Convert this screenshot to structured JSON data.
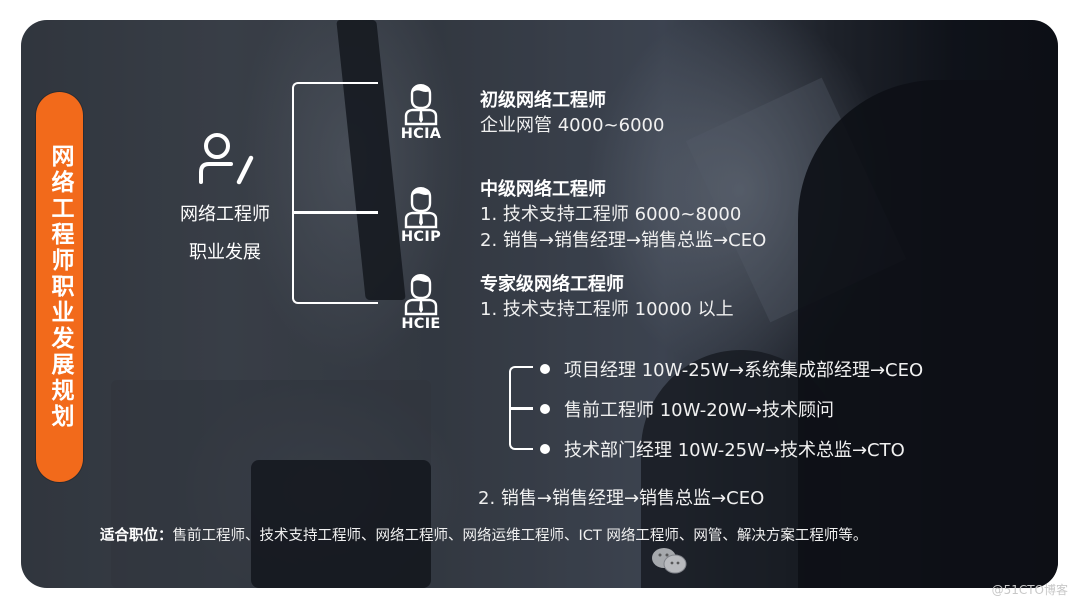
{
  "vertical_title": "网络工程师职业发展规划",
  "hub": {
    "icon": "person-pen-icon",
    "line1": "网络工程师",
    "line2": "职业发展"
  },
  "levels": [
    {
      "badge": "HCIA",
      "icon": "engineer-avatar-icon",
      "title": "初级网络工程师",
      "lines": [
        "企业网管 4000~6000"
      ]
    },
    {
      "badge": "HCIP",
      "icon": "engineer-avatar-icon",
      "title": "中级网络工程师",
      "lines": [
        "1. 技术支持工程师 6000~8000",
        "2. 销售→销售经理→销售总监→CEO"
      ]
    },
    {
      "badge": "HCIE",
      "icon": "engineer-avatar-icon",
      "title": "专家级网络工程师",
      "lines": [
        "1. 技术支持工程师 10000 以上"
      ]
    }
  ],
  "expert_paths": [
    "项目经理 10W-25W→系统集成部经理→CEO",
    "售前工程师 10W-20W→技术顾问",
    "技术部门经理 10W-25W→技术总监→CTO"
  ],
  "expert_sales": "2. 销售→销售经理→销售总监→CEO",
  "suitable": {
    "label": "适合职位：",
    "text": "售前工程师、技术支持工程师、网络工程师、网络运维工程师、ICT 网络工程师、网管、解决方案工程师等。"
  },
  "watermark": "@51CTO博客",
  "colors": {
    "accent": "#f26a1b",
    "text": "#ffffff",
    "card_bg": "#3a4048"
  }
}
